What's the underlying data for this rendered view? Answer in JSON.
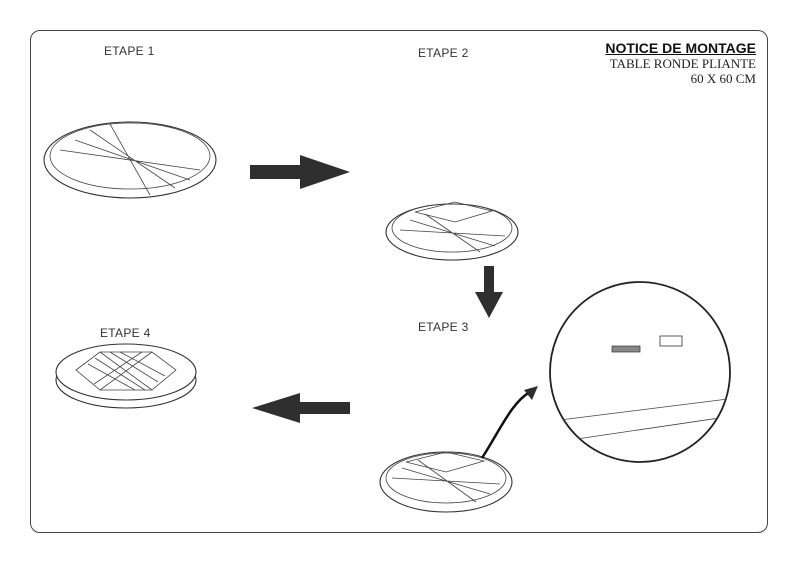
{
  "title": {
    "main": "NOTICE DE MONTAGE",
    "line1": "TABLE RONDE PLIANTE",
    "line2": "60 X 60 CM"
  },
  "steps": [
    {
      "label": "ETAPE 1"
    },
    {
      "label": "ETAPE 2"
    },
    {
      "label": "ETAPE 3"
    },
    {
      "label": "ETAPE 4"
    }
  ],
  "colors": {
    "frame": "#444444",
    "arrow": "#2f2f2f",
    "line": "#333333"
  }
}
